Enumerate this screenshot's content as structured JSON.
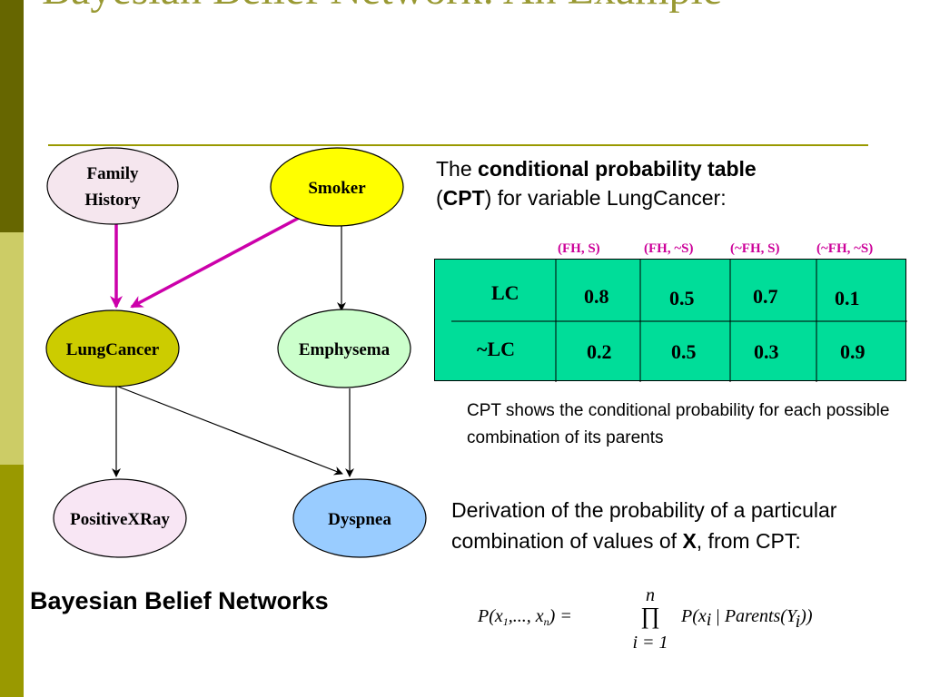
{
  "slide": {
    "title": "Bayesian Belief Network: An Example",
    "caption": "Bayesian Belief Networks"
  },
  "nodes": {
    "family_history": [
      "Family",
      "History"
    ],
    "smoker": "Smoker",
    "lung_cancer": "LungCancer",
    "emphysema": "Emphysema",
    "positive_xray": "PositiveXRay",
    "dyspnea": "Dyspnea"
  },
  "cpt_intro": {
    "prefix": "The ",
    "bold": "conditional probability table",
    "open": "(",
    "bold2": "CPT",
    "suffix": ") for variable LungCancer:"
  },
  "cpt": {
    "columns": [
      "(FH, S)",
      "(FH, ~S)",
      "(~FH, S)",
      "(~FH, ~S)"
    ],
    "rows": [
      {
        "label": "LC",
        "values": [
          "0.8",
          "0.5",
          "0.7",
          "0.1"
        ]
      },
      {
        "label": "~LC",
        "values": [
          "0.2",
          "0.5",
          "0.3",
          "0.9"
        ]
      }
    ]
  },
  "cpt_note": "CPT shows the conditional probability for each possible combination of its parents",
  "derivation": {
    "text": "Derivation of the probability of a particular combination of values of ",
    "bold": "X",
    "suffix": ", from CPT:"
  },
  "formula": {
    "lhs": "P(x",
    "lhs_sub1": "1",
    "lhs_mid": ",..., x",
    "lhs_subn": "n",
    "lhs_end": ") =",
    "prod_top": "n",
    "prod_symbol": "∏",
    "prod_bottom": "i = 1",
    "rhs_start": "P(x",
    "rhs_sub_i": "i",
    "rhs_mid": "| Parents(Y",
    "rhs_end": "))"
  },
  "colors": {
    "band_top": "#666600",
    "band_mid": "#cccc66",
    "band_bot": "#999900",
    "title": "#999933",
    "cpt_bg": "#00dd99",
    "col_head": "#cc0099",
    "edge_highlight": "#cc00aa",
    "family_history": "#f5e6ee",
    "smoker": "#ffff00",
    "lung_cancer": "#cccc00",
    "emphysema": "#ccffcc",
    "positive_xray": "#f8e6f4",
    "dyspnea": "#99ccff"
  }
}
